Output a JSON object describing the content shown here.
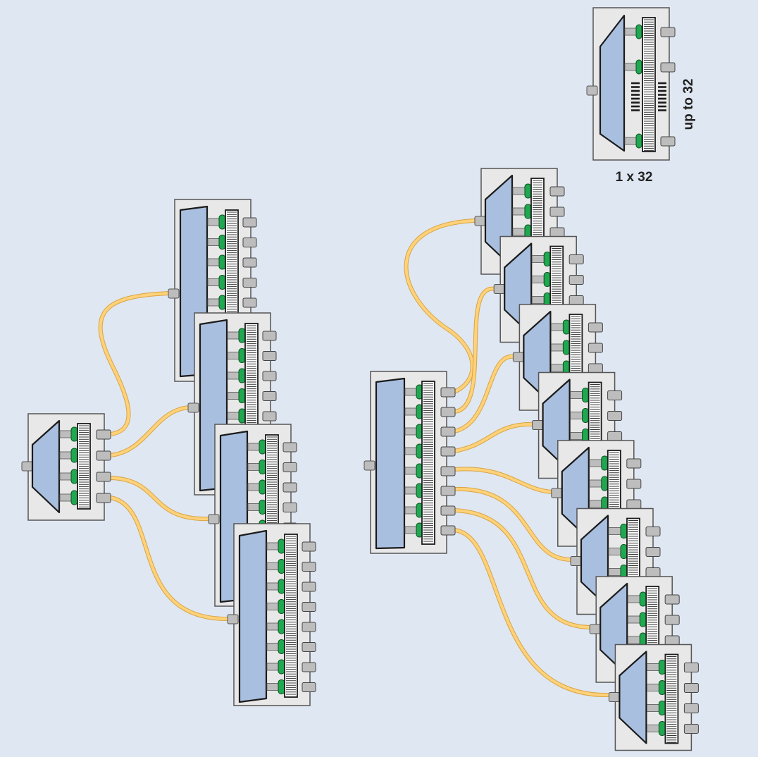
{
  "labels": {
    "ratio": "1 x 32",
    "ports": "up to 32"
  },
  "colors": {
    "background": "#dfe7f2",
    "panel": "#e8e8e8",
    "panel_stroke": "#555555",
    "splitter_body": "#a9bfdf",
    "connector": "#bdbdbd",
    "adapter_green": "#1fa84f",
    "fiber": "#ffd27a",
    "fiber_edge": "#d8a443"
  },
  "modules": [
    {
      "id": "legend",
      "ports": 32
    },
    {
      "id": "left-root",
      "ports": 4
    },
    {
      "id": "left-branch",
      "ports": 8,
      "count": 4
    },
    {
      "id": "right-root",
      "ports": 8
    },
    {
      "id": "right-branch",
      "ports": 4,
      "count": 8
    }
  ]
}
